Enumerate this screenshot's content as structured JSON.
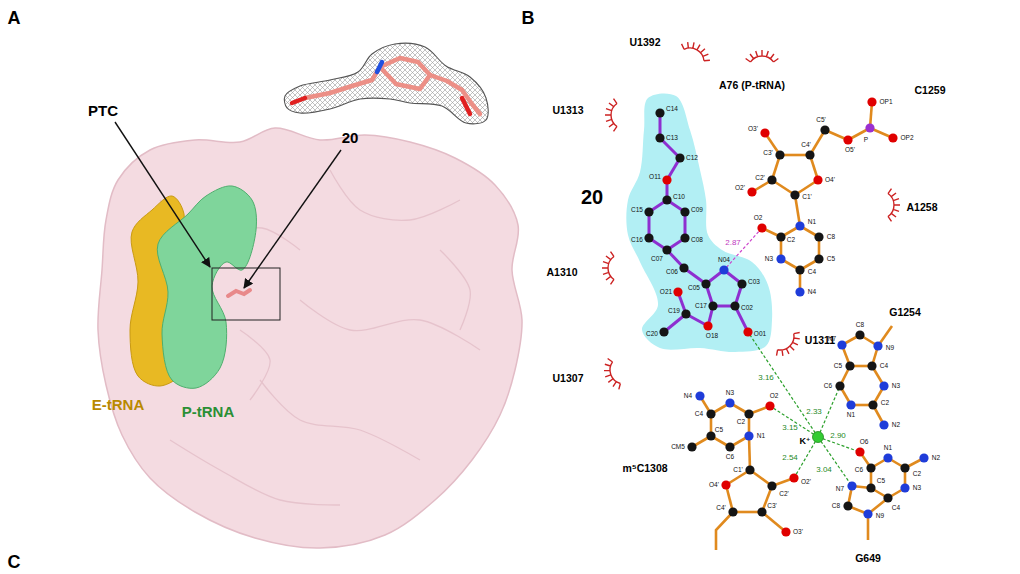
{
  "diagram": {
    "labels": [
      "A",
      "B",
      "C",
      "PTC",
      "20",
      "E-tRNA",
      "P-tRNA",
      "20",
      "U1392",
      "A76 (P-tRNA)",
      "C1259",
      "U1313",
      "A1258",
      "A1310",
      "U1311",
      "U1307",
      "G1254",
      "m⁵C1308",
      "G649",
      "K⁺",
      "2.87",
      "3.16",
      "2.33",
      "3.15",
      "2.90",
      "2.54",
      "3.04",
      "C14",
      "C13",
      "C12",
      "O11",
      "C10",
      "C15",
      "C09",
      "C16",
      "C08",
      "C07",
      "C06",
      "C05",
      "N04",
      "C03",
      "C17",
      "C02",
      "O01",
      "O21",
      "C19",
      "C20",
      "O18",
      "O3'",
      "C3'",
      "C4'",
      "C5'",
      "O5'",
      "P",
      "OP1",
      "OP2",
      "O4'",
      "C2'",
      "O2'",
      "C1'",
      "N1",
      "C8",
      "C5",
      "C4",
      "N4",
      "N3",
      "C2",
      "O2",
      "N4",
      "C4",
      "N3",
      "C2",
      "O2",
      "N1",
      "C6",
      "C5",
      "CM5",
      "C1'",
      "O4'",
      "C4'",
      "C3'",
      "C2'",
      "O2'",
      "O3'",
      "N7",
      "C8",
      "N9",
      "C5",
      "C4",
      "C6",
      "N3",
      "N1",
      "C2",
      "N2",
      "O6",
      "C6",
      "N1",
      "C2",
      "N2",
      "N3",
      "C4",
      "C5",
      "N7",
      "C8",
      "N9"
    ]
  }
}
